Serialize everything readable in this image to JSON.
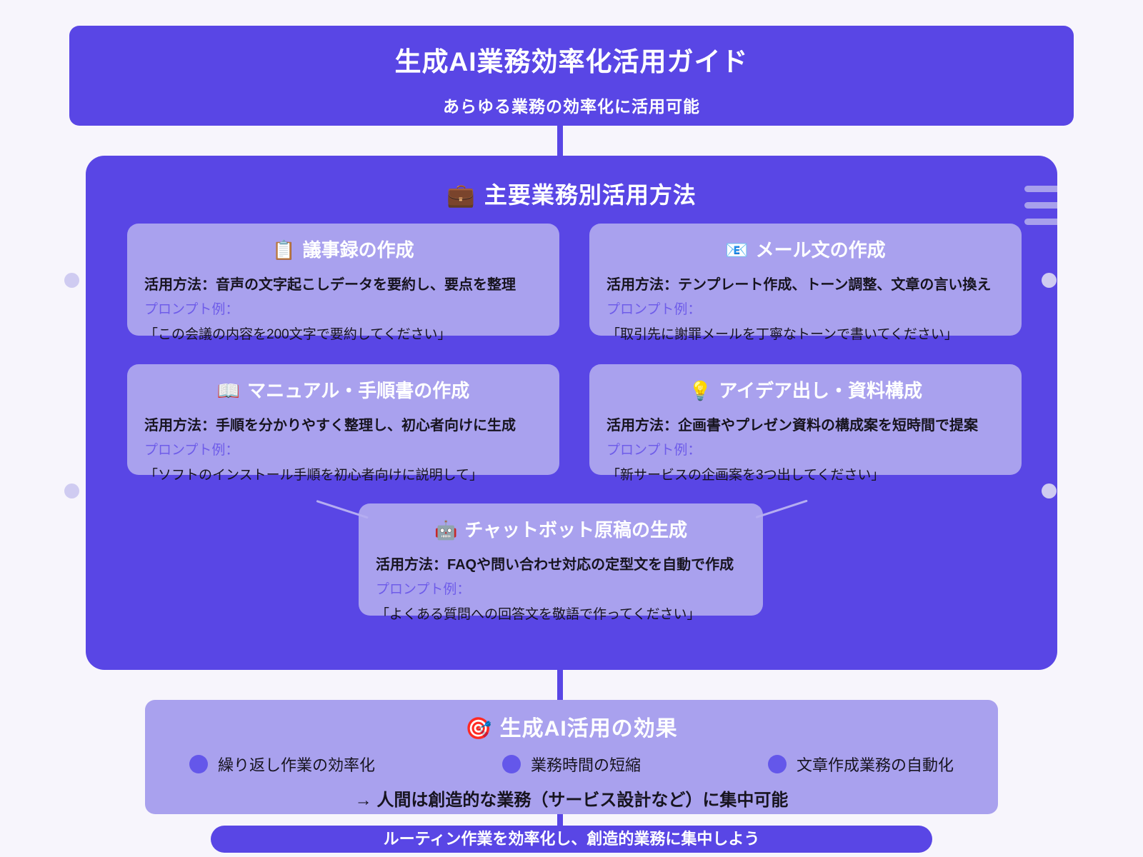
{
  "colors": {
    "background": "#f7f5fc",
    "accent_purple": "#5946e5",
    "card_bg": "#a9a1ee",
    "prompt_label": "#6e5ce9",
    "bullet": "#6457ea",
    "connector_dot": "#cfcbf1",
    "text_dark": "#17141f",
    "text_light": "#ffffff"
  },
  "header": {
    "title": "生成AI業務効率化活用ガイド",
    "subtitle": "あらゆる業務の効率化に活用可能"
  },
  "main_section": {
    "icon": "💼",
    "title": "主要業務別活用方法",
    "cards": [
      {
        "icon": "📋",
        "title": "議事録の作成",
        "usage": "活用方法：音声の文字起こしデータを要約し、要点を整理",
        "prompt_label": "プロンプト例：",
        "prompt": "「この会議の内容を200文字で要約してください」"
      },
      {
        "icon": "📧",
        "title": "メール文の作成",
        "usage": "活用方法：テンプレート作成、トーン調整、文章の言い換え",
        "prompt_label": "プロンプト例：",
        "prompt": "「取引先に謝罪メールを丁寧なトーンで書いてください」"
      },
      {
        "icon": "📖",
        "title": "マニュアル・手順書の作成",
        "usage": "活用方法：手順を分かりやすく整理し、初心者向けに生成",
        "prompt_label": "プロンプト例：",
        "prompt": "「ソフトのインストール手順を初心者向けに説明して」"
      },
      {
        "icon": "💡",
        "title": "アイデア出し・資料構成",
        "usage": "活用方法：企画書やプレゼン資料の構成案を短時間で提案",
        "prompt_label": "プロンプト例：",
        "prompt": "「新サービスの企画案を3つ出してください」"
      },
      {
        "icon": "🤖",
        "title": "チャットボット原稿の生成",
        "usage": "活用方法：FAQや問い合わせ対応の定型文を自動で作成",
        "prompt_label": "プロンプト例：",
        "prompt": "「よくある質問への回答文を敬語で作ってください」"
      }
    ]
  },
  "effects": {
    "icon": "🎯",
    "title": "生成AI活用の効果",
    "items": [
      "繰り返し作業の効率化",
      "業務時間の短縮",
      "文章作成業務の自動化"
    ],
    "conclusion": "→ 人間は創造的な業務（サービス設計など）に集中可能"
  },
  "footer": {
    "text": "ルーティン作業を効率化し、創造的業務に集中しよう"
  }
}
